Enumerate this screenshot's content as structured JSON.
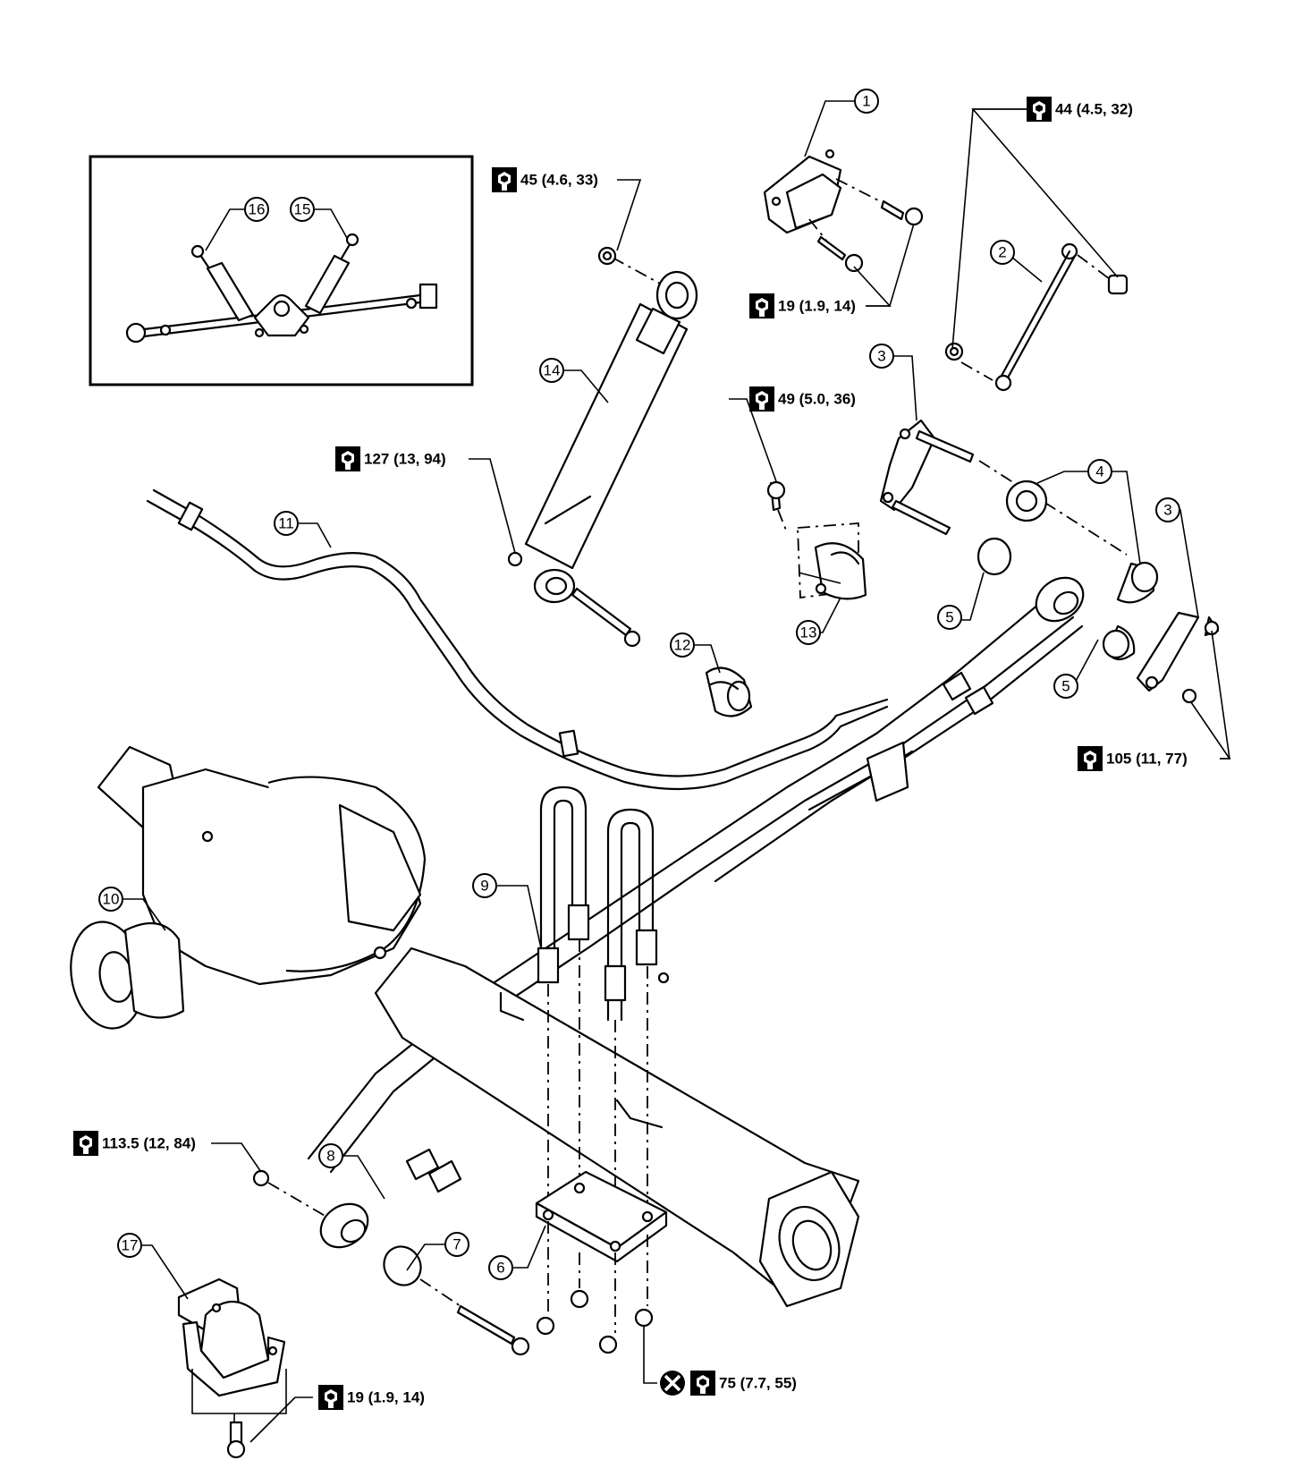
{
  "callouts": {
    "c1": "1",
    "c2": "2",
    "c3a": "3",
    "c3b": "3",
    "c4": "4",
    "c5a": "5",
    "c5b": "5",
    "c6": "6",
    "c7": "7",
    "c8": "8",
    "c9": "9",
    "c10": "10",
    "c11": "11",
    "c12": "12",
    "c13": "13",
    "c14": "14",
    "c15": "15",
    "c16": "16",
    "c17": "17"
  },
  "torques": {
    "t44": "44 (4.5, 32)",
    "t45": "45 (4.6, 33)",
    "t19top": "19 (1.9, 14)",
    "t49": "49 (5.0, 36)",
    "t127": "127 (13, 94)",
    "t105": "105 (11, 77)",
    "t113": "113.5 (12, 84)",
    "t75": "75 (7.7, 55)",
    "t19bot": "19 (1.9, 14)"
  },
  "icons": {
    "torque": "torque-wrench-icon",
    "no_reuse": "do-not-reuse-icon"
  }
}
